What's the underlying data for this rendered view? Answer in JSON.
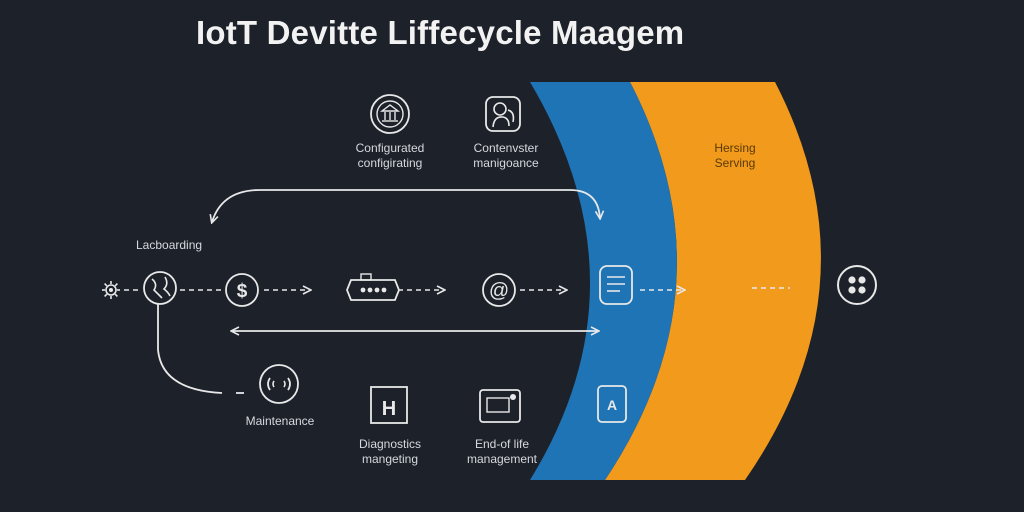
{
  "title": "IotT Devitte Liffecycle Maagem",
  "labels": {
    "configurated": [
      "Configurated",
      "configirating"
    ],
    "contenvster": [
      "Contenvster",
      "manigoance"
    ],
    "heroing": [
      "Hersing",
      "Serving"
    ],
    "onboarding": "Lacboarding",
    "maintenance": "Maintenance",
    "diagnostics": [
      "Diagnostics",
      "mangeting"
    ],
    "end_of_life": [
      "End-of life",
      "management"
    ]
  },
  "icons": {
    "gear": "gear-icon",
    "globe": "globe-icon",
    "dollar": "dollar-icon",
    "device": "device-icon",
    "at": "at-icon",
    "document": "document-icon",
    "grid": "grid-icon",
    "building": "building-icon",
    "profile": "profile-icon",
    "signal": "signal-icon",
    "chip": "chip-icon",
    "monitor": "monitor-icon",
    "tablet": "tablet-icon"
  },
  "colors": {
    "background": "#1c212a",
    "blue_band": "#1f74b5",
    "orange_band": "#f19a1c",
    "line": "#e8e8e8"
  }
}
